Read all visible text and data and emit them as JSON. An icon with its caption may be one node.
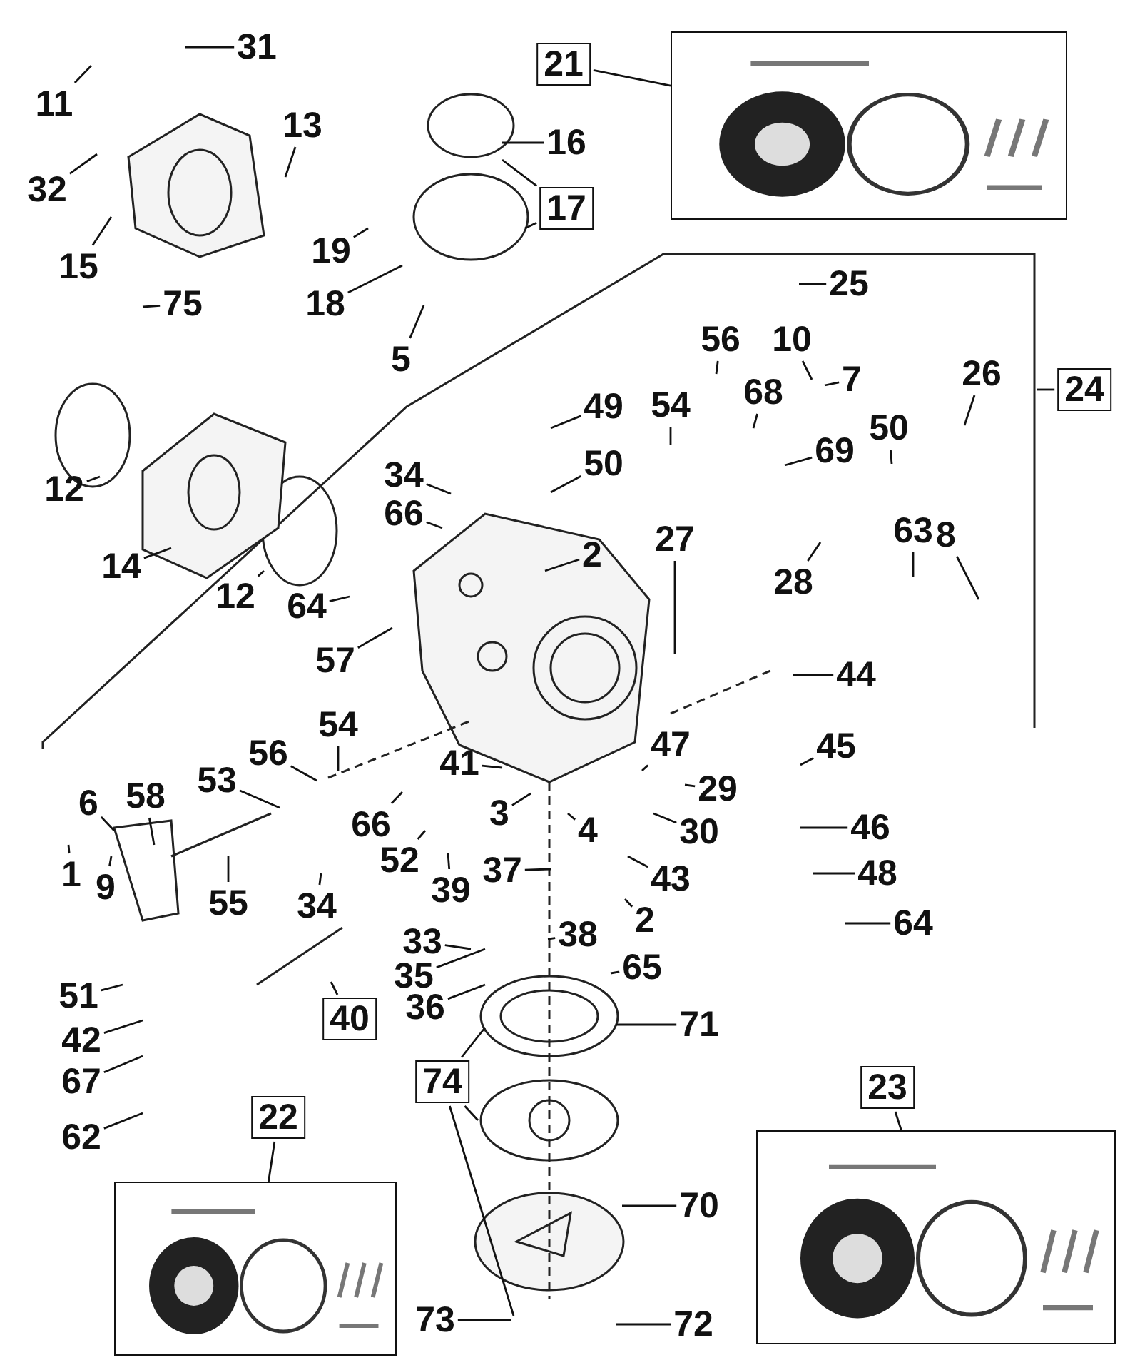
{
  "diagram": {
    "nodes": [
      {
        "text": [
          "31"
        ]
      },
      {
        "text": [
          "11"
        ]
      },
      {
        "text": [
          "32"
        ]
      },
      {
        "text": [
          "13"
        ]
      },
      {
        "text": [
          "16"
        ]
      },
      {
        "text": [
          "17"
        ]
      },
      {
        "text": [
          "15"
        ]
      },
      {
        "text": [
          "19"
        ]
      },
      {
        "text": [
          "18"
        ]
      },
      {
        "text": [
          "75"
        ]
      },
      {
        "text": [
          "5"
        ]
      },
      {
        "text": [
          "21"
        ]
      },
      {
        "text": [
          "25"
        ]
      },
      {
        "text": [
          "24"
        ]
      },
      {
        "text": [
          "56"
        ]
      },
      {
        "text": [
          "10"
        ]
      },
      {
        "text": [
          "68"
        ]
      },
      {
        "text": [
          "7"
        ]
      },
      {
        "text": [
          "54"
        ]
      },
      {
        "text": [
          "26"
        ]
      },
      {
        "text": [
          "49"
        ]
      },
      {
        "text": [
          "69"
        ]
      },
      {
        "text": [
          "50"
        ]
      },
      {
        "text": [
          "34"
        ]
      },
      {
        "text": [
          "50"
        ]
      },
      {
        "text": [
          "66"
        ]
      },
      {
        "text": [
          "12"
        ]
      },
      {
        "text": [
          "63"
        ]
      },
      {
        "text": [
          "8"
        ]
      },
      {
        "text": [
          "27"
        ]
      },
      {
        "text": [
          "2"
        ]
      },
      {
        "text": [
          "28"
        ]
      },
      {
        "text": [
          "14"
        ]
      },
      {
        "text": [
          "12"
        ]
      },
      {
        "text": [
          "64"
        ]
      },
      {
        "text": [
          "57"
        ]
      },
      {
        "text": [
          "44"
        ]
      },
      {
        "text": [
          "45"
        ]
      },
      {
        "text": [
          "54"
        ]
      },
      {
        "text": [
          "56"
        ]
      },
      {
        "text": [
          "6"
        ]
      },
      {
        "text": [
          "58"
        ]
      },
      {
        "text": [
          "47"
        ]
      },
      {
        "text": [
          "41"
        ]
      },
      {
        "text": [
          "53"
        ]
      },
      {
        "text": [
          "29"
        ]
      },
      {
        "text": [
          "30"
        ]
      },
      {
        "text": [
          "3"
        ]
      },
      {
        "text": [
          "66"
        ]
      },
      {
        "text": [
          "46"
        ]
      },
      {
        "text": [
          "4"
        ]
      },
      {
        "text": [
          "52"
        ]
      },
      {
        "text": [
          "39"
        ]
      },
      {
        "text": [
          "1"
        ]
      },
      {
        "text": [
          "9"
        ]
      },
      {
        "text": [
          "55"
        ]
      },
      {
        "text": [
          "37"
        ]
      },
      {
        "text": [
          "48"
        ]
      },
      {
        "text": [
          "43"
        ]
      },
      {
        "text": [
          "2"
        ]
      },
      {
        "text": [
          "33"
        ]
      },
      {
        "text": [
          "64"
        ]
      },
      {
        "text": [
          "34"
        ]
      },
      {
        "text": [
          "38"
        ]
      },
      {
        "text": [
          "35"
        ]
      },
      {
        "text": [
          "65"
        ]
      },
      {
        "text": [
          "40"
        ]
      },
      {
        "text": [
          "51"
        ]
      },
      {
        "text": [
          "36"
        ]
      },
      {
        "text": [
          "71"
        ]
      },
      {
        "text": [
          "74"
        ]
      },
      {
        "text": [
          "42"
        ]
      },
      {
        "text": [
          "67"
        ]
      },
      {
        "text": [
          "62"
        ]
      },
      {
        "text": [
          "22"
        ]
      },
      {
        "text": [
          "23"
        ]
      },
      {
        "text": [
          "70"
        ]
      },
      {
        "text": [
          "73"
        ]
      },
      {
        "text": [
          "72"
        ]
      },
      {
        "text": [],
        "shape": "picture"
      },
      {
        "text": [],
        "shape": "picture"
      },
      {
        "text": [],
        "shape": "picture"
      }
    ],
    "edges": [
      {
        "from": 0,
        "to": null,
        "arrow": "none"
      },
      {
        "from": 1,
        "to": null,
        "arrow": "none"
      },
      {
        "from": 2,
        "to": null,
        "arrow": "none"
      },
      {
        "from": 3,
        "to": null,
        "arrow": "none"
      },
      {
        "from": 4,
        "to": null,
        "arrow": "none"
      },
      {
        "from": 5,
        "to": null,
        "arrow": "none"
      },
      {
        "from": 5,
        "to": null,
        "arrow": "none"
      },
      {
        "from": 6,
        "to": null,
        "arrow": "none"
      },
      {
        "from": 7,
        "to": null,
        "arrow": "none"
      },
      {
        "from": 8,
        "to": null,
        "arrow": "none"
      },
      {
        "from": 9,
        "to": null,
        "arrow": "none"
      },
      {
        "from": 10,
        "to": null,
        "arrow": "none"
      },
      {
        "from": 11,
        "to": 79,
        "arrow": "none"
      },
      {
        "from": 12,
        "to": null,
        "arrow": "none"
      },
      {
        "from": 13,
        "to": null,
        "arrow": "none"
      },
      {
        "from": 14,
        "to": null,
        "arrow": "none"
      },
      {
        "from": 15,
        "to": null,
        "arrow": "none"
      },
      {
        "from": 16,
        "to": null,
        "arrow": "none"
      },
      {
        "from": 17,
        "to": null,
        "arrow": "none"
      },
      {
        "from": 18,
        "to": null,
        "arrow": "none"
      },
      {
        "from": 19,
        "to": null,
        "arrow": "none"
      },
      {
        "from": 20,
        "to": null,
        "arrow": "none"
      },
      {
        "from": 21,
        "to": null,
        "arrow": "none"
      },
      {
        "from": 22,
        "to": null,
        "arrow": "none"
      },
      {
        "from": 23,
        "to": null,
        "arrow": "none"
      },
      {
        "from": 24,
        "to": null,
        "arrow": "none"
      },
      {
        "from": 25,
        "to": null,
        "arrow": "none"
      },
      {
        "from": 26,
        "to": null,
        "arrow": "none"
      },
      {
        "from": 27,
        "to": null,
        "arrow": "none"
      },
      {
        "from": 28,
        "to": null,
        "arrow": "none"
      },
      {
        "from": 29,
        "to": null,
        "arrow": "none"
      },
      {
        "from": 30,
        "to": null,
        "arrow": "none"
      },
      {
        "from": 31,
        "to": null,
        "arrow": "none"
      },
      {
        "from": 32,
        "to": null,
        "arrow": "none"
      },
      {
        "from": 33,
        "to": null,
        "arrow": "none"
      },
      {
        "from": 34,
        "to": null,
        "arrow": "none"
      },
      {
        "from": 35,
        "to": null,
        "arrow": "none"
      },
      {
        "from": 36,
        "to": null,
        "arrow": "none"
      },
      {
        "from": 37,
        "to": null,
        "arrow": "none"
      },
      {
        "from": 38,
        "to": null,
        "arrow": "none"
      },
      {
        "from": 39,
        "to": null,
        "arrow": "none"
      },
      {
        "from": 40,
        "to": null,
        "arrow": "none"
      },
      {
        "from": 41,
        "to": null,
        "arrow": "none"
      },
      {
        "from": 42,
        "to": null,
        "arrow": "none"
      },
      {
        "from": 43,
        "to": null,
        "arrow": "none"
      },
      {
        "from": 44,
        "to": null,
        "arrow": "none"
      },
      {
        "from": 45,
        "to": null,
        "arrow": "none"
      },
      {
        "from": 46,
        "to": null,
        "arrow": "none"
      },
      {
        "from": 47,
        "to": null,
        "arrow": "none"
      },
      {
        "from": 48,
        "to": null,
        "arrow": "none"
      },
      {
        "from": 49,
        "to": null,
        "arrow": "none"
      },
      {
        "from": 50,
        "to": null,
        "arrow": "none"
      },
      {
        "from": 51,
        "to": null,
        "arrow": "none"
      },
      {
        "from": 52,
        "to": null,
        "arrow": "none"
      },
      {
        "from": 53,
        "to": null,
        "arrow": "none"
      },
      {
        "from": 54,
        "to": null,
        "arrow": "none"
      },
      {
        "from": 55,
        "to": null,
        "arrow": "none"
      },
      {
        "from": 56,
        "to": null,
        "arrow": "none"
      },
      {
        "from": 57,
        "to": null,
        "arrow": "none"
      },
      {
        "from": 58,
        "to": null,
        "arrow": "none"
      },
      {
        "from": 59,
        "to": null,
        "arrow": "none"
      },
      {
        "from": 60,
        "to": null,
        "arrow": "none"
      },
      {
        "from": 61,
        "to": null,
        "arrow": "none"
      },
      {
        "from": 62,
        "to": null,
        "arrow": "none"
      },
      {
        "from": 63,
        "to": null,
        "arrow": "none"
      },
      {
        "from": 64,
        "to": null,
        "arrow": "none"
      },
      {
        "from": 65,
        "to": null,
        "arrow": "none"
      },
      {
        "from": 66,
        "to": null,
        "arrow": "none"
      },
      {
        "from": 67,
        "to": null,
        "arrow": "none"
      },
      {
        "from": 68,
        "to": null,
        "arrow": "none"
      },
      {
        "from": 69,
        "to": null,
        "arrow": "none"
      },
      {
        "from": 70,
        "to": null,
        "arrow": "none"
      },
      {
        "from": 70,
        "to": null,
        "arrow": "none"
      },
      {
        "from": 70,
        "to": null,
        "arrow": "none"
      },
      {
        "from": 71,
        "to": null,
        "arrow": "none"
      },
      {
        "from": 72,
        "to": null,
        "arrow": "none"
      },
      {
        "from": 73,
        "to": null,
        "arrow": "none"
      },
      {
        "from": 74,
        "to": 80,
        "arrow": "none"
      },
      {
        "from": 75,
        "to": 81,
        "arrow": "none"
      },
      {
        "from": 76,
        "to": null,
        "arrow": "none"
      },
      {
        "from": 77,
        "to": null,
        "arrow": "none"
      },
      {
        "from": 78,
        "to": null,
        "arrow": "none"
      }
    ]
  }
}
